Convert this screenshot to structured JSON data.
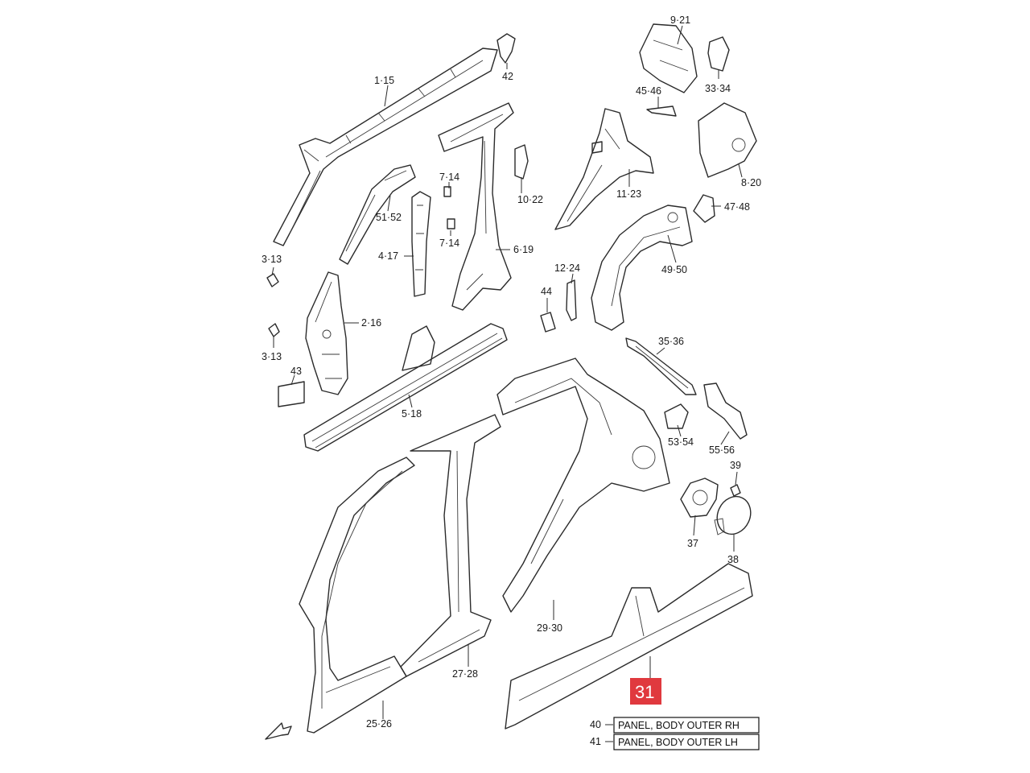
{
  "callouts": {
    "c_1_15": "1·15",
    "c_42": "42",
    "c_9_21": "9·21",
    "c_33_34": "33·34",
    "c_45_46": "45·46",
    "c_8_20": "8·20",
    "c_7_14_a": "7·14",
    "c_10_22": "10·22",
    "c_11_23": "11·23",
    "c_51_52": "51·52",
    "c_7_14_b": "7·14",
    "c_47_48": "47·48",
    "c_4_17": "4·17",
    "c_6_19": "6·19",
    "c_12_24": "12·24",
    "c_49_50": "49·50",
    "c_3_13_a": "3·13",
    "c_44": "44",
    "c_2_16": "2·16",
    "c_35_36": "35·36",
    "c_3_13_b": "3·13",
    "c_43": "43",
    "c_5_18": "5·18",
    "c_53_54": "53·54",
    "c_55_56": "55·56",
    "c_39": "39",
    "c_37": "37",
    "c_38": "38",
    "c_29_30": "29·30",
    "c_27_28": "27·28",
    "c_25_26": "25·26"
  },
  "highlight": {
    "number": "31",
    "color": "#e0393e"
  },
  "legend": [
    {
      "number": "40",
      "text": "PANEL, BODY OUTER RH"
    },
    {
      "number": "41",
      "text": "PANEL, BODY OUTER LH"
    }
  ]
}
